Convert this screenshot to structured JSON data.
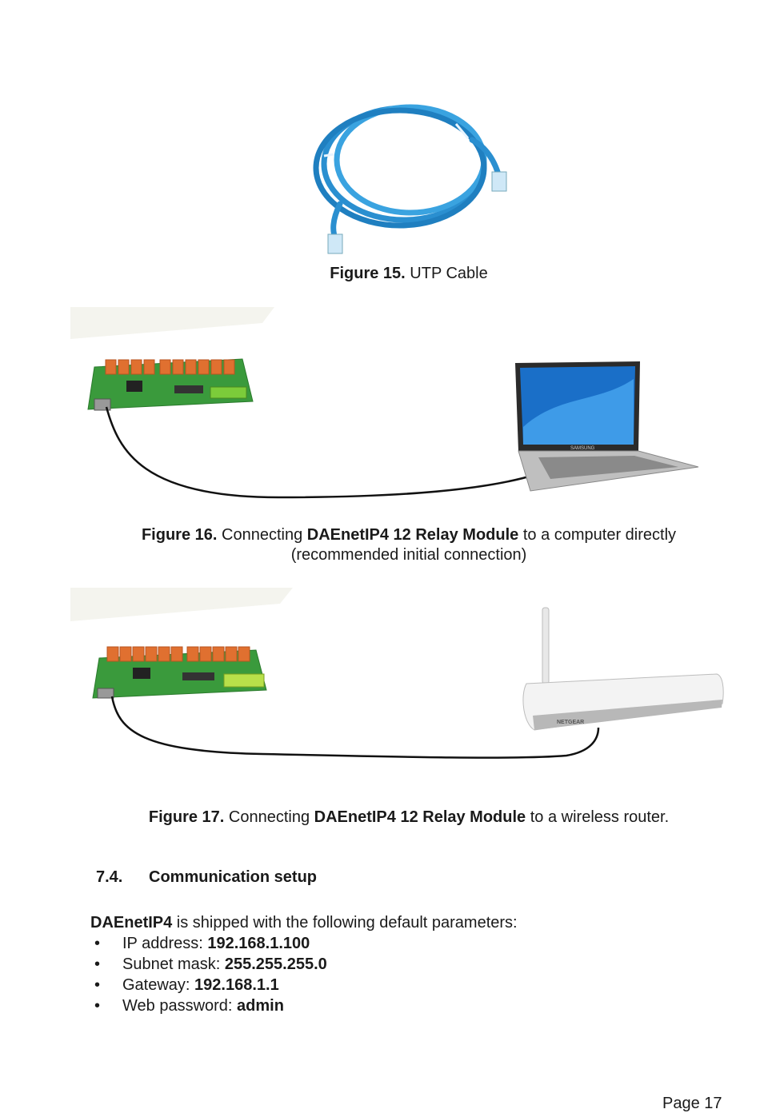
{
  "figures": {
    "fig15": {
      "num": "Figure 15.",
      "text": " UTP Cable"
    },
    "fig16": {
      "num": "Figure 16.",
      "pre": " Connecting ",
      "bold": "DAEnetIP4 12 Relay Module",
      "post": " to a computer directly",
      "line2": "(recommended initial connection)"
    },
    "fig17": {
      "num": "Figure 17.",
      "pre": " Connecting ",
      "bold": "DAEnetIP4 12 Relay Module",
      "post": " to a wireless router."
    }
  },
  "section": {
    "number": "7.4.",
    "title": "Communication setup"
  },
  "intro": {
    "bold": "DAEnetIP4",
    "rest": " is shipped with the following default parameters:"
  },
  "params": [
    {
      "label": "IP address: ",
      "value": "192.168.1.100"
    },
    {
      "label": "Subnet mask: ",
      "value": "255.255.255.0"
    },
    {
      "label": "Gateway: ",
      "value": "192.168.1.1"
    },
    {
      "label": "Web password: ",
      "value": "admin"
    }
  ],
  "bullet_glyph": "•",
  "router_brand": "NETGEAR",
  "laptop_brand": "SAMSUNG",
  "page": "Page 17"
}
